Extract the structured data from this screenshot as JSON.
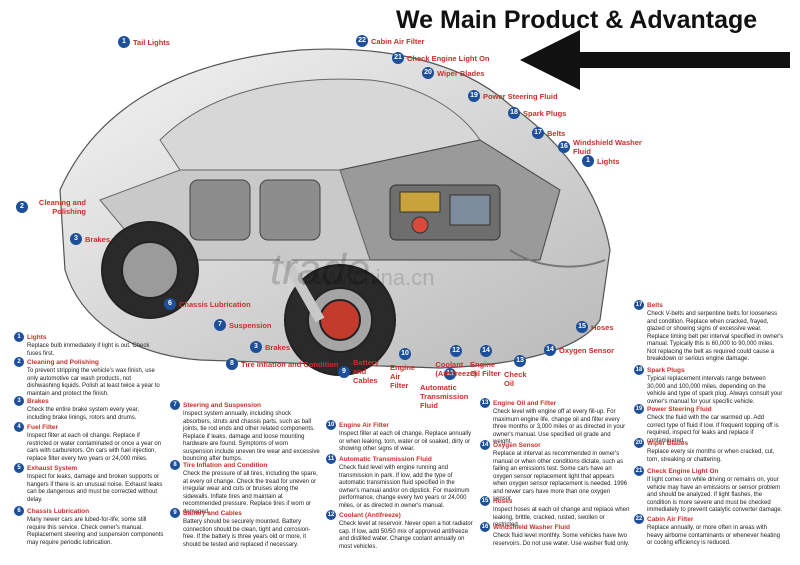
{
  "headline": "We Main Product & Advantage",
  "watermark": {
    "brand": "trade.",
    "site": "www.china.cn"
  },
  "callouts": [
    {
      "n": "1",
      "label": "Tail Lights"
    },
    {
      "n": "22",
      "label": "Cabin Air Filter"
    },
    {
      "n": "21",
      "label": "Check Engine Light On"
    },
    {
      "n": "20",
      "label": "Wiper Blades"
    },
    {
      "n": "19",
      "label": "Power Steering Fluid"
    },
    {
      "n": "18",
      "label": "Spark Plugs"
    },
    {
      "n": "17",
      "label": "Belts"
    },
    {
      "n": "16",
      "label": "Windshield Washer Fluid"
    },
    {
      "n": "1",
      "label": "Lights"
    },
    {
      "n": "2",
      "label": "Cleaning and Polishing"
    },
    {
      "n": "3",
      "label": "Brakes"
    },
    {
      "n": "6",
      "label": "Chassis Lubrication"
    },
    {
      "n": "7",
      "label": "Suspension"
    },
    {
      "n": "3",
      "label": "Brakes"
    },
    {
      "n": "8",
      "label": "Tire Inflation and Condition"
    },
    {
      "n": "9",
      "label": "Battery and Cables"
    },
    {
      "n": "10",
      "label": "Engine Air Filter"
    },
    {
      "n": "11",
      "label": "Automatic Transmission Fluid"
    },
    {
      "n": "12",
      "label": "Coolant (Antifreeze)"
    },
    {
      "n": "14",
      "label": "Engine Oil Filter"
    },
    {
      "n": "13",
      "label": "Check Oil"
    },
    {
      "n": "14",
      "label": "Oxygen Sensor"
    },
    {
      "n": "15",
      "label": "Hoses"
    }
  ],
  "descriptions": [
    {
      "n": "1",
      "title": "Lights",
      "body": "Replace bulb immediately if light is out. Check fuses first."
    },
    {
      "n": "2",
      "title": "Cleaning and Polishing",
      "body": "To prevent stripping the vehicle's wax finish, use only automotive car wash products, not dishwashing liquids. Polish at least twice a year to maintain and protect the finish."
    },
    {
      "n": "3",
      "title": "Brakes",
      "body": "Check the entire brake system every year, including brake linings, rotors and drums."
    },
    {
      "n": "4",
      "title": "Fuel Filter",
      "body": "Inspect filter at each oil change. Replace if restricted or water contaminated or once a year on cars with carburetors. On cars with fuel injection, replace filter every two years or 24,000 miles."
    },
    {
      "n": "5",
      "title": "Exhaust System",
      "body": "Inspect for leaks, damage and broken supports or hangers if there is an unusual noise. Exhaust leaks can be dangerous and must be corrected without delay."
    },
    {
      "n": "6",
      "title": "Chassis Lubrication",
      "body": "Many newer cars are lubed-for-life; some still require this service. Check owner's manual. Replacement steering and suspension components may require periodic lubrication."
    },
    {
      "n": "7",
      "title": "Steering and Suspension",
      "body": "Inspect system annually, including shock absorbers, struts and chassis parts, such as ball joints, tie rod ends and other related components. Replace if leaks, damage and loose mounting hardware are found. Symptoms of worn suspension include uneven tire wear and excessive bouncing after bumps."
    },
    {
      "n": "8",
      "title": "Tire Inflation and Condition",
      "body": "Check the pressure of all tires, including the spare, at every oil change. Check the tread for uneven or irregular wear and cuts or bruises along the sidewalls. Inflate tires and maintain at recommended pressure. Replace tires if worn or damaged."
    },
    {
      "n": "9",
      "title": "Battery and Cables",
      "body": "Battery should be securely mounted. Battery connection should be clean, tight and corrosion-free. If the battery is three years old or more, it should be tested and replaced if necessary."
    },
    {
      "n": "10",
      "title": "Engine Air Filter",
      "body": "Inspect filter at each oil change. Replace annually or when leaking, torn, water or oil soaked, dirty or showing other signs of wear."
    },
    {
      "n": "11",
      "title": "Automatic Transmission Fluid",
      "body": "Check fluid level with engine running and transmission in park. If low, add the type of automatic transmission fluid specified in the owner's manual and/or on dipstick. For maximum performance, change every two years or 24,000 miles, or as directed in owner's manual."
    },
    {
      "n": "12",
      "title": "Coolant (Antifreeze)",
      "body": "Check level at reservoir. Never open a hot radiator cap. If low, add 50/50 mix of approved antifreeze and distilled water. Change coolant annually on most vehicles."
    },
    {
      "n": "13",
      "title": "Engine Oil and Filter",
      "body": "Check level with engine off at every fill-up. For maximum engine life, change oil and filter every three months or 3,000 miles or as directed in your owner's manual. Use specified oil grade and weight."
    },
    {
      "n": "14",
      "title": "Oxygen Sensor",
      "body": "Replace at interval as recommended in owner's manual or when other conditions dictate, such as failing an emissions test. Some cars have an oxygen sensor replacement light that appears when oxygen sensor replacement is needed. 1996 and newer cars have more than one oxygen sensor."
    },
    {
      "n": "15",
      "title": "Hoses",
      "body": "Inspect hoses at each oil change and replace when leaking, brittle, cracked, rusted, swollen or restricted."
    },
    {
      "n": "16",
      "title": "Windshield Washer Fluid",
      "body": "Check fluid level monthly. Some vehicles have two reservoirs. Do not use water. Use washer fluid only."
    },
    {
      "n": "17",
      "title": "Belts",
      "body": "Check V-belts and serpentine belts for looseness and condition. Replace when cracked, frayed, glazed or showing signs of excessive wear. Replace timing belt per interval specified in owner's manual. Typically this is 60,000 to 90,000 miles. Not replacing the belt as required could cause a breakdown or serious engine damage."
    },
    {
      "n": "18",
      "title": "Spark Plugs",
      "body": "Typical replacement intervals range between 30,000 and 100,000 miles, depending on the vehicle and type of spark plug. Always consult your owner's manual for your specific vehicle."
    },
    {
      "n": "19",
      "title": "Power Steering Fluid",
      "body": "Check the fluid with the car warmed up. Add correct type of fluid if low. If frequent topping off is required, inspect for leaks and replace if contaminated."
    },
    {
      "n": "20",
      "title": "Wiper Blades",
      "body": "Replace every six months or when cracked, cut, torn, streaking or chattering."
    },
    {
      "n": "21",
      "title": "Check Engine Light On",
      "body": "If light comes on while driving or remains on, your vehicle may have an emissions or sensor problem and should be analyzed. If light flashes, the condition is more severe and must be checked immediately to prevent catalytic converter damage."
    },
    {
      "n": "22",
      "title": "Cabin Air Filter",
      "body": "Replace annually, or more often in areas with heavy airborne contaminants or whenever heating or cooling efficiency is reduced."
    }
  ]
}
